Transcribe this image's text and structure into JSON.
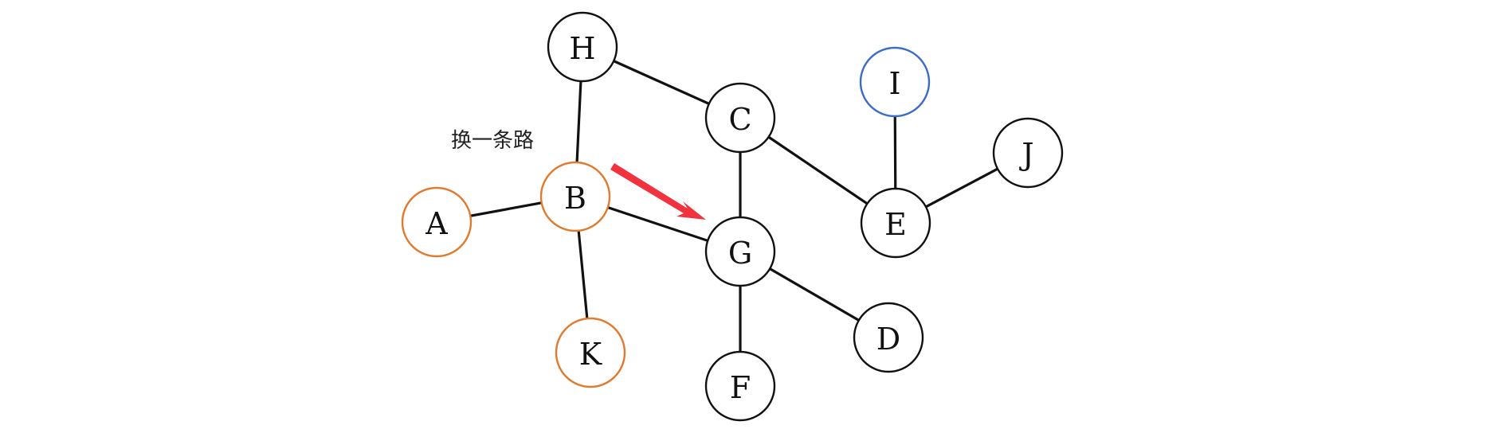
{
  "annotation": {
    "text": "换一条路"
  },
  "colors": {
    "default_node": "#111111",
    "visited_node": "#e07a2e",
    "target_node": "#3b6cc7",
    "arrow": "#f0333e"
  },
  "graph": {
    "nodes": [
      {
        "id": "H",
        "label": "H",
        "status": "default"
      },
      {
        "id": "C",
        "label": "C",
        "status": "default"
      },
      {
        "id": "I",
        "label": "I",
        "status": "target"
      },
      {
        "id": "J",
        "label": "J",
        "status": "default"
      },
      {
        "id": "B",
        "label": "B",
        "status": "visited"
      },
      {
        "id": "A",
        "label": "A",
        "status": "visited"
      },
      {
        "id": "E",
        "label": "E",
        "status": "default"
      },
      {
        "id": "G",
        "label": "G",
        "status": "default"
      },
      {
        "id": "K",
        "label": "K",
        "status": "visited"
      },
      {
        "id": "D",
        "label": "D",
        "status": "default"
      },
      {
        "id": "F",
        "label": "F",
        "status": "default"
      }
    ],
    "edges": [
      [
        "H",
        "C"
      ],
      [
        "H",
        "B"
      ],
      [
        "A",
        "B"
      ],
      [
        "B",
        "K"
      ],
      [
        "B",
        "G"
      ],
      [
        "C",
        "G"
      ],
      [
        "C",
        "E"
      ],
      [
        "I",
        "E"
      ],
      [
        "E",
        "J"
      ],
      [
        "G",
        "D"
      ],
      [
        "G",
        "F"
      ]
    ],
    "arrow": {
      "from": "B",
      "to": "G",
      "meaning": "direction"
    }
  }
}
